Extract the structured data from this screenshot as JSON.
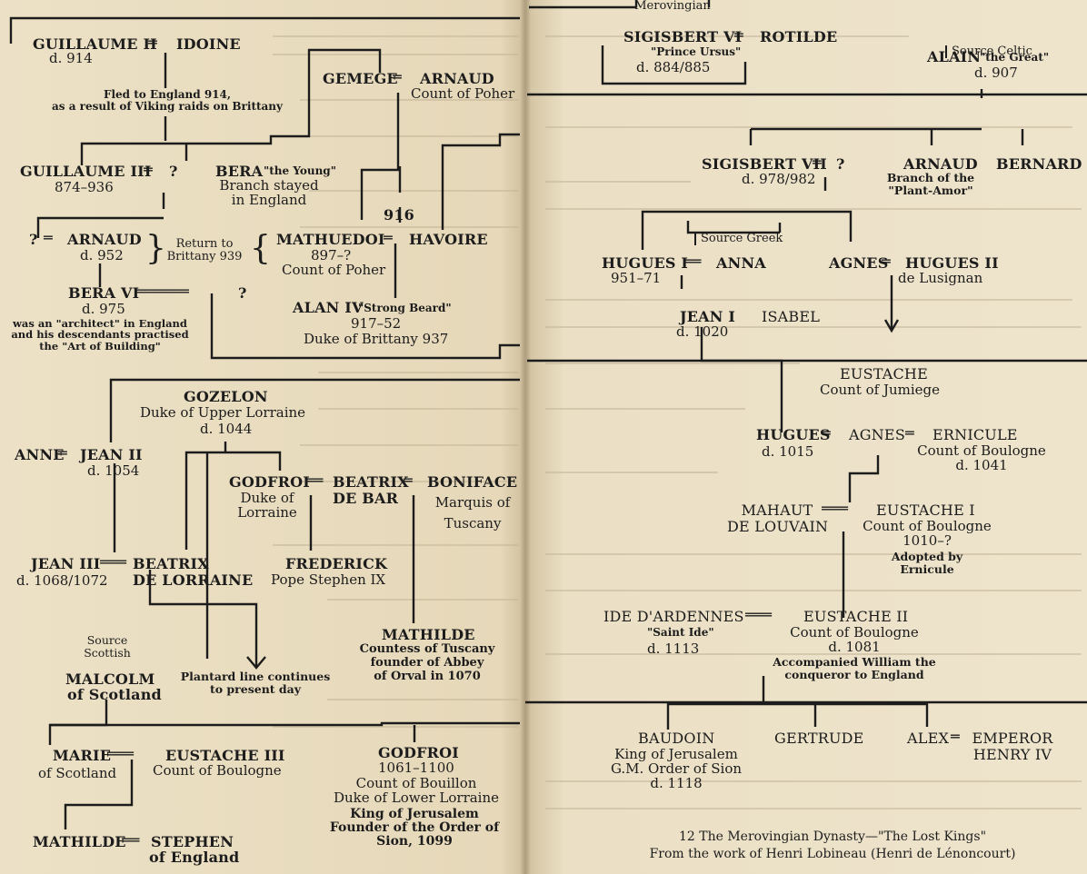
{
  "names": {
    "guillaume_ii": "GUILLAUME II",
    "idoine": "IDOINE",
    "guillaume_ii_death": "d. 914",
    "fled_note": "Fled to England 914,\nas a result of Viking raids on Brittany",
    "gemege": "GEMEGE",
    "arnaud_poher": "ARNAUD",
    "arnaud_poher_title": "Count of Poher",
    "guillaume_iii": "GUILLAUME III",
    "guillaume_iii_q": "?",
    "guillaume_iii_dates": "874–936",
    "bera_young": "BERA",
    "bera_young_epithet": "\"the Young\"",
    "bera_young_note": "Branch stayed\nin England",
    "year_916": "916",
    "arnaud_952_q": "?",
    "arnaud_952": "ARNAUD",
    "arnaud_952_death": "d. 952",
    "return_note": "Return to\nBrittany 939",
    "mathuedoi": "MATHUEDOI",
    "havoire": "HAVOIRE",
    "mathuedoi_dates": "897–?",
    "mathuedoi_title": "Count of Poher",
    "bera_vi": "BERA VI",
    "bera_vi_q": "?",
    "bera_vi_death": "d. 975",
    "bera_vi_note": "was an \"architect\" in England\nand his descendants practised\nthe \"Art of Building\"",
    "alan_iv": "ALAN IV",
    "alan_iv_epithet": "\"Strong Beard\"",
    "alan_iv_dates": "917–52",
    "alan_iv_title": "Duke of Brittany 937",
    "gozelon": "GOZELON",
    "gozelon_title": "Duke of Upper Lorraine",
    "gozelon_death": "d. 1044",
    "anne": "ANNE",
    "jean_ii": "JEAN II",
    "jean_ii_death": "d. 1054",
    "godfroi_lorraine": "GODFROI",
    "godfroi_lorraine_title": "Duke of\nLorraine",
    "beatrix_bar": "BEATRIX\nDE BAR",
    "boniface": "BONIFACE",
    "boniface_title": "Marquis of\nTuscany",
    "jean_iii": "JEAN III",
    "jean_iii_death": "d. 1068/1072",
    "beatrix_lorraine": "BEATRIX\nDE LORRAINE",
    "frederick": "FREDERICK",
    "frederick_title": "Pope Stephen IX",
    "source_scottish": "Source\nScottish",
    "malcolm": "MALCOLM",
    "malcolm_title": "of Scotland",
    "plantard_note": "Plantard line continues\nto present day",
    "mathilde_tuscany": "MATHILDE",
    "mathilde_tuscany_title": "Countess of Tuscany\nfounder of Abbey\nof Orval in 1070",
    "marie": "MARIE",
    "marie_title": "of Scotland",
    "eustache_iii": "EUSTACHE III",
    "eustache_iii_title": "Count of Boulogne",
    "godfroi_bouillon": "GODFROI",
    "godfroi_bouillon_dates": "1061–1100",
    "godfroi_bouillon_titles": "Count of Bouillon\nDuke of Lower Lorraine",
    "godfroi_bouillon_bold": "King of Jerusalem\nFounder of the Order of\nSion, 1099",
    "mathilde_stephen": "MATHILDE",
    "stephen": "STEPHEN",
    "stephen_title": "of England",
    "source_merovingian": "Source\nMerovingian",
    "sigisbert_vi": "SIGISBERT VI",
    "rotilde": "ROTILDE",
    "sigisbert_vi_epithet": "\"Prince Ursus\"",
    "sigisbert_vi_dates": "d. 884/885",
    "source_celtic": "Source Celtic",
    "alain": "ALAIN",
    "alain_epithet": "\"the Great\"",
    "alain_death": "d. 907",
    "sigisbert_vii": "SIGISBERT VII",
    "sigisbert_vii_q": "?",
    "sigisbert_vii_dates": "d. 978/982",
    "arnaud_plant": "ARNAUD",
    "arnaud_plant_note": "Branch of the\n\"Plant-Amor\"",
    "bernard": "BERNARD",
    "source_greek": "Source Greek",
    "hugues_i": "HUGUES I",
    "anna": "ANNA",
    "hugues_i_dates": "951–71",
    "agnes_lusignan": "AGNES",
    "hugues_ii": "HUGUES II",
    "hugues_ii_title": "de Lusignan",
    "jean_i": "JEAN I",
    "jean_i_death": "d. 1020",
    "isabel": "ISABEL",
    "eustache_jumiege": "EUSTACHE",
    "eustache_jumiege_title": "Count of Jumiege",
    "hugues_1015": "HUGUES",
    "hugues_1015_death": "d. 1015",
    "agnes_1015": "AGNES",
    "ernicule": "ERNICULE",
    "ernicule_title": "Count of Boulogne\nd. 1041",
    "mahaut": "MAHAUT\nDE LOUVAIN",
    "eustache_i": "EUSTACHE I",
    "eustache_i_title": "Count of Boulogne\n1010–?",
    "eustache_i_note": "Adopted by\nErnicule",
    "ide": "IDE D'ARDENNES",
    "ide_epithet": "\"Saint Ide\"",
    "ide_death": "d. 1113",
    "eustache_ii": "EUSTACHE II",
    "eustache_ii_title": "Count of Boulogne\nd. 1081",
    "eustache_ii_note": "Accompanied William the\nconqueror to England",
    "baudoin": "BAUDOIN",
    "baudoin_title": "King of Jerusalem\nG.M. Order of Sion\nd. 1118",
    "gertrude": "GERTRUDE",
    "alex": "ALEX",
    "emperor": "EMPEROR\nHENRY IV"
  },
  "caption": {
    "line1": "12  The Merovingian Dynasty—\"The Lost Kings\"",
    "line2": "From the work of Henri Lobineau (Henri de Lénoncourt)"
  }
}
